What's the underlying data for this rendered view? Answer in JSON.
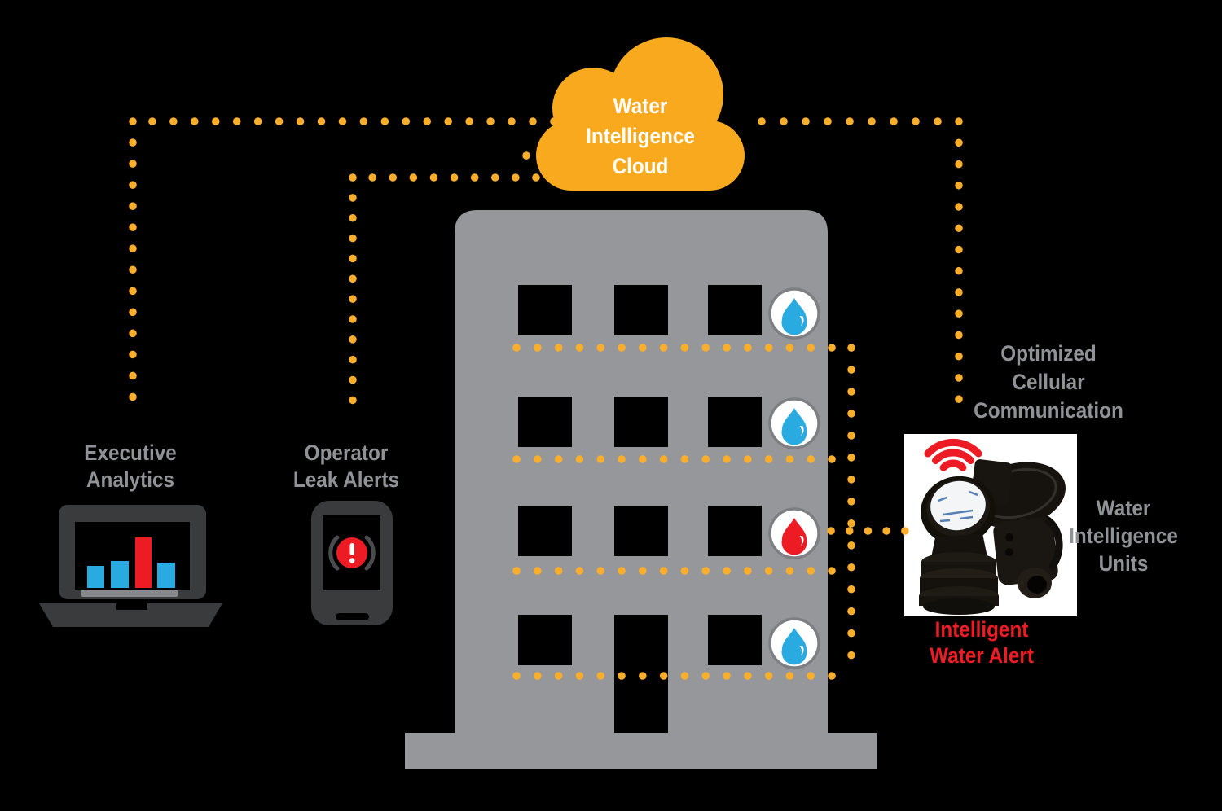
{
  "title": "Water Intelligence System Diagram",
  "colors": {
    "background": "#000000",
    "accent_yellow": "#F9A91D",
    "dot_yellow": "#FBAE2C",
    "building_gray": "#95979A",
    "text_gray": "#909296",
    "alert_red": "#ED1C24",
    "water_blue": "#29ABE2",
    "device_dark": "#3A3B3D",
    "white": "#FFFFFF"
  },
  "cloud": {
    "icon": "cloud-shape",
    "lines": [
      "Water",
      "Intelligence",
      "Cloud"
    ]
  },
  "analytics": {
    "icon": "laptop-bar-chart-icon",
    "lines": [
      "Executive",
      "Analytics"
    ]
  },
  "alerts": {
    "icon": "phone-alert-icon",
    "lines": [
      "Operator",
      "Leak Alerts"
    ]
  },
  "building": {
    "icon": "apartment-building",
    "floors": 4,
    "windows_per_floor": 3,
    "drops": [
      {
        "icon": "water-drop-icon",
        "color": "#29ABE2"
      },
      {
        "icon": "water-drop-icon",
        "color": "#29ABE2"
      },
      {
        "icon": "leak-drop-icon",
        "color": "#ED1C24"
      },
      {
        "icon": "water-drop-icon",
        "color": "#29ABE2"
      }
    ]
  },
  "cellular": {
    "lines": [
      "Optimized",
      "Cellular",
      "Communication"
    ]
  },
  "units": {
    "lines": [
      "Water",
      "Intelligence",
      "Units"
    ]
  },
  "device": {
    "icon": "water-meter-photo",
    "wifi": "wifi-signal-icon",
    "lines": [
      "Intelligent",
      "Water Alert"
    ]
  }
}
